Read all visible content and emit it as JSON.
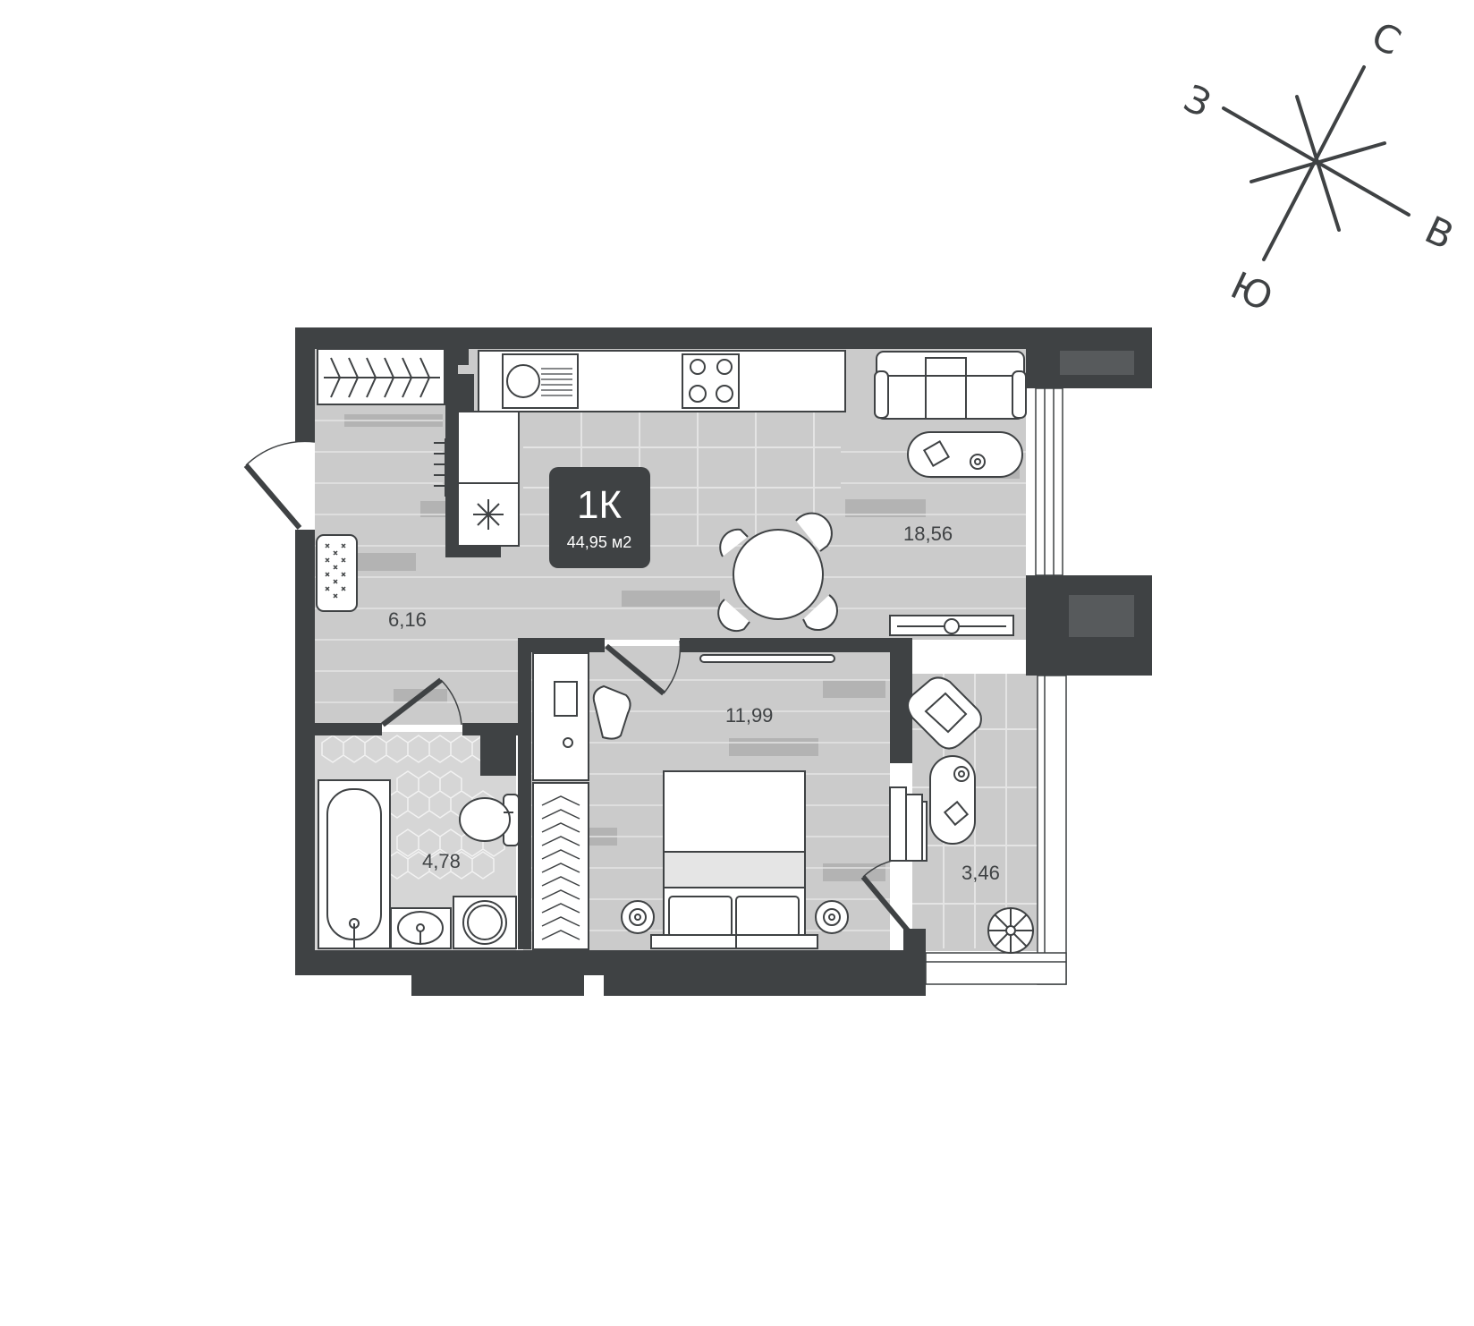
{
  "badge": {
    "title": "1К",
    "area": "44,95 м2"
  },
  "rooms": [
    {
      "id": "living",
      "area": "18,56"
    },
    {
      "id": "hallway",
      "area": "6,16"
    },
    {
      "id": "bedroom",
      "area": "11,99"
    },
    {
      "id": "bathroom",
      "area": "4,78"
    },
    {
      "id": "balcony",
      "area": "3,46"
    }
  ],
  "compass": {
    "north": "С",
    "west": "З",
    "east": "В",
    "south": "Ю"
  },
  "colors": {
    "wall": "#3f4244",
    "floor": "#cbcbcb",
    "floor_dark": "#b3b3b3",
    "balcony_block": "#575a5c",
    "furniture": "#ffffff"
  }
}
